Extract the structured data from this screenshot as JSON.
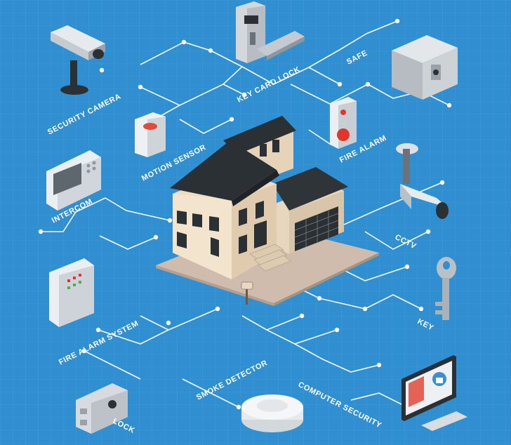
{
  "colors": {
    "background": "#2f8fd0",
    "connector": "#ffffff",
    "roof": "#2b3035",
    "wall": "#ead9c0",
    "yard": "#c9b7a8"
  },
  "center": {
    "icon": "house-icon"
  },
  "devices": [
    {
      "id": "security-camera",
      "label": "SECURITY CAMERA",
      "icon": "security-camera-icon"
    },
    {
      "id": "key-card-lock",
      "label": "KEY CARD LOCK",
      "icon": "key-card-lock-icon"
    },
    {
      "id": "safe",
      "label": "SAFE",
      "icon": "safe-icon"
    },
    {
      "id": "motion-sensor",
      "label": "MOTION SENSOR",
      "icon": "motion-sensor-icon"
    },
    {
      "id": "fire-alarm",
      "label": "FIRE ALARM",
      "icon": "fire-alarm-icon"
    },
    {
      "id": "intercom",
      "label": "INTERCOM",
      "icon": "intercom-icon"
    },
    {
      "id": "cctv",
      "label": "CCTV",
      "icon": "cctv-icon"
    },
    {
      "id": "fire-alarm-system",
      "label": "FIRE ALARM SYSTEM",
      "icon": "fire-alarm-system-icon"
    },
    {
      "id": "key",
      "label": "KEY",
      "icon": "key-icon"
    },
    {
      "id": "smoke-detector",
      "label": "SMOKE DETECTOR",
      "icon": "smoke-detector-icon"
    },
    {
      "id": "computer-security",
      "label": "COMPUTER SECURITY",
      "icon": "computer-security-icon"
    },
    {
      "id": "lock",
      "label": "LOCK",
      "icon": "lock-icon"
    }
  ]
}
